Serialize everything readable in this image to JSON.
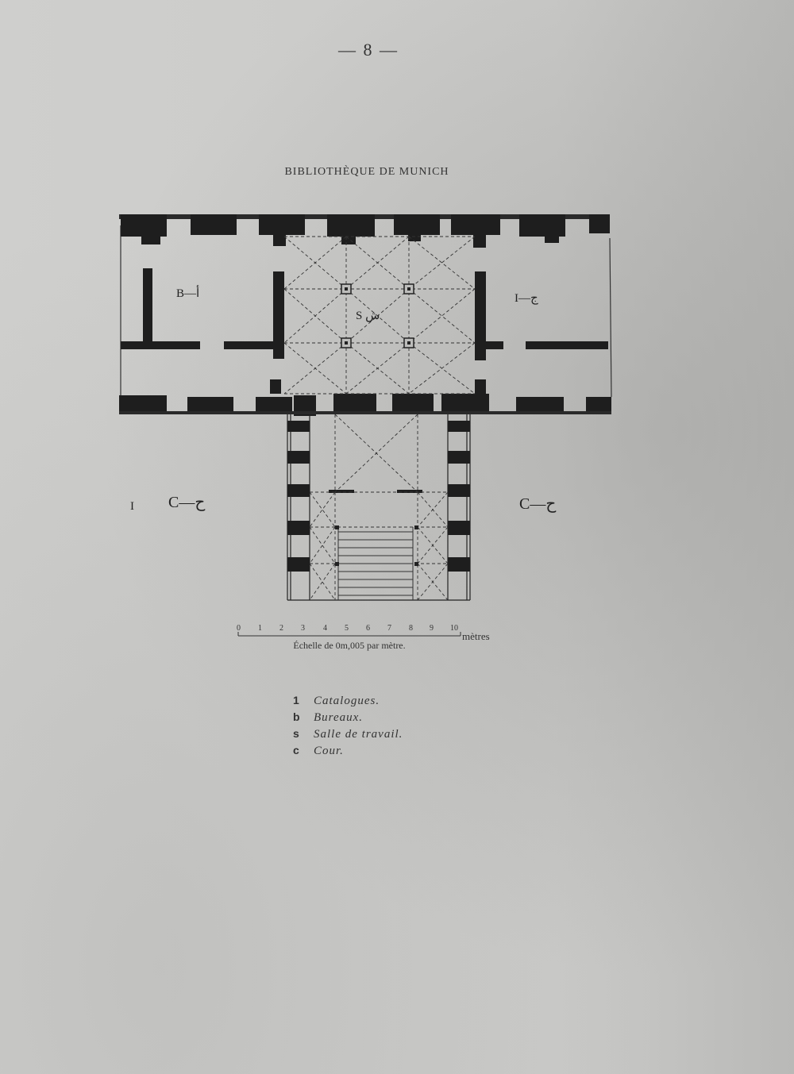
{
  "page": {
    "number": "— 8 —"
  },
  "plan": {
    "title": "BIBLIOTHÈQUE DE MUNICH",
    "room_labels": {
      "bureaux": "B—أ",
      "catalogues": "I—ج",
      "salle": "S ش",
      "cour_left": "C—ح",
      "cour_right": "C—ح",
      "cour_left_mark": "I"
    }
  },
  "scale": {
    "ticks": [
      "0",
      "1",
      "2",
      "3",
      "4",
      "5",
      "6",
      "7",
      "8",
      "9",
      "10"
    ],
    "unit": "mètres",
    "caption": "Échelle de 0m,005 par mètre."
  },
  "legend": [
    {
      "key": "1",
      "text": "Catalogues."
    },
    {
      "key": "b",
      "text": "Bureaux."
    },
    {
      "key": "s",
      "text": "Salle de travail."
    },
    {
      "key": "c",
      "text": "Cour."
    }
  ]
}
